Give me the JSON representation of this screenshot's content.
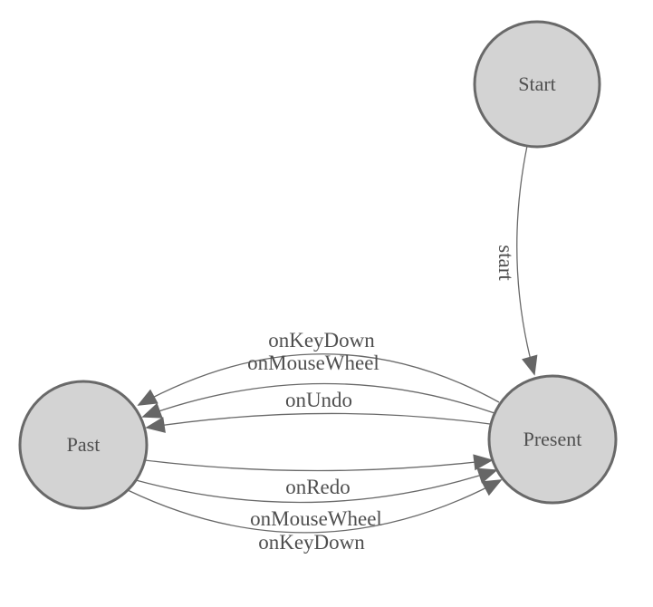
{
  "diagram": {
    "type": "state-machine",
    "colors": {
      "background": "#ffffff",
      "node_fill": "#d3d3d3",
      "node_border": "#696969",
      "edge_stroke": "#696969",
      "arrowhead_fill": "#666666",
      "label_text": "#4f4f4f"
    },
    "nodes": [
      {
        "id": "start",
        "label": "Start"
      },
      {
        "id": "present",
        "label": "Present"
      },
      {
        "id": "past",
        "label": "Past"
      }
    ],
    "edges": [
      {
        "from": "start",
        "to": "present",
        "label": "start"
      },
      {
        "from": "present",
        "to": "past",
        "label": "onKeyDown"
      },
      {
        "from": "present",
        "to": "past",
        "label": "onMouseWheel"
      },
      {
        "from": "present",
        "to": "past",
        "label": "onUndo"
      },
      {
        "from": "past",
        "to": "present",
        "label": "onRedo"
      },
      {
        "from": "past",
        "to": "present",
        "label": "onMouseWheel"
      },
      {
        "from": "past",
        "to": "present",
        "label": "onKeyDown"
      }
    ]
  }
}
